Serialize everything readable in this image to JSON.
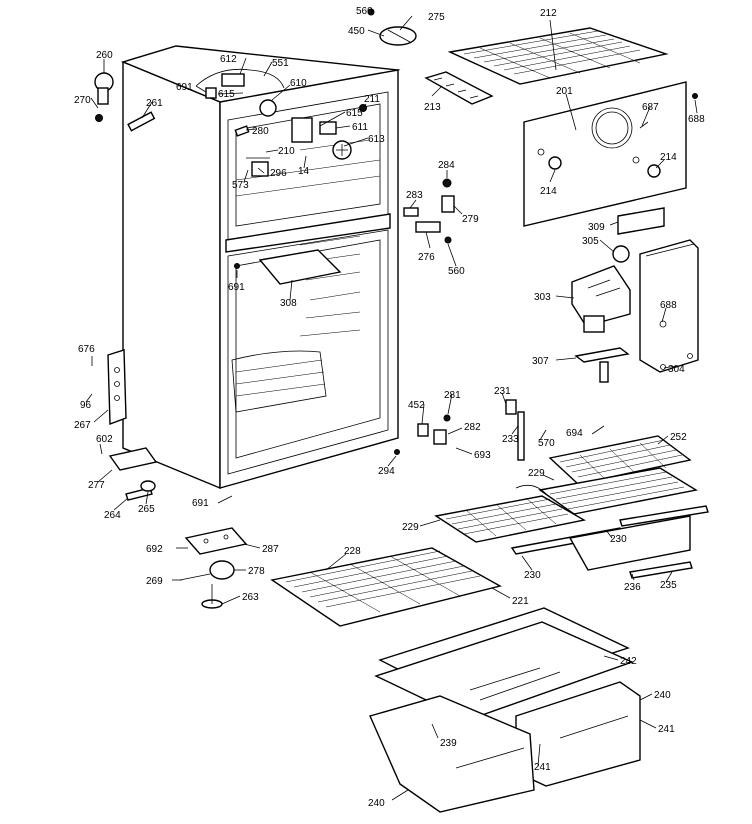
{
  "diagram": {
    "labels": [
      {
        "id": "560-top",
        "text": "560"
      },
      {
        "id": "275",
        "text": "275"
      },
      {
        "id": "450",
        "text": "450"
      },
      {
        "id": "212",
        "text": "212"
      },
      {
        "id": "260",
        "text": "260"
      },
      {
        "id": "612",
        "text": "612"
      },
      {
        "id": "551",
        "text": "551"
      },
      {
        "id": "691-a",
        "text": "691"
      },
      {
        "id": "610",
        "text": "610"
      },
      {
        "id": "615-a",
        "text": "615"
      },
      {
        "id": "270",
        "text": "270"
      },
      {
        "id": "261",
        "text": "261"
      },
      {
        "id": "211",
        "text": "211"
      },
      {
        "id": "615-b",
        "text": "615"
      },
      {
        "id": "611",
        "text": "611"
      },
      {
        "id": "280",
        "text": "280"
      },
      {
        "id": "613",
        "text": "613"
      },
      {
        "id": "210",
        "text": "210"
      },
      {
        "id": "213",
        "text": "213"
      },
      {
        "id": "201",
        "text": "201"
      },
      {
        "id": "687",
        "text": "687"
      },
      {
        "id": "688-top",
        "text": "688"
      },
      {
        "id": "296",
        "text": "296"
      },
      {
        "id": "573",
        "text": "573"
      },
      {
        "id": "14",
        "text": "14"
      },
      {
        "id": "284",
        "text": "284"
      },
      {
        "id": "214-a",
        "text": "214"
      },
      {
        "id": "214-b",
        "text": "214"
      },
      {
        "id": "283",
        "text": "283"
      },
      {
        "id": "279",
        "text": "279"
      },
      {
        "id": "309",
        "text": "309"
      },
      {
        "id": "305",
        "text": "305"
      },
      {
        "id": "276",
        "text": "276"
      },
      {
        "id": "560-mid",
        "text": "560"
      },
      {
        "id": "691-b",
        "text": "691"
      },
      {
        "id": "308",
        "text": "308"
      },
      {
        "id": "303",
        "text": "303"
      },
      {
        "id": "688-mid",
        "text": "688"
      },
      {
        "id": "676",
        "text": "676"
      },
      {
        "id": "307",
        "text": "307"
      },
      {
        "id": "304",
        "text": "304"
      },
      {
        "id": "96",
        "text": "96"
      },
      {
        "id": "231",
        "text": "231"
      },
      {
        "id": "452",
        "text": "452"
      },
      {
        "id": "281",
        "text": "281"
      },
      {
        "id": "267",
        "text": "267"
      },
      {
        "id": "282",
        "text": "282"
      },
      {
        "id": "694",
        "text": "694"
      },
      {
        "id": "252",
        "text": "252"
      },
      {
        "id": "233",
        "text": "233"
      },
      {
        "id": "570",
        "text": "570"
      },
      {
        "id": "602",
        "text": "602"
      },
      {
        "id": "693",
        "text": "693"
      },
      {
        "id": "294",
        "text": "294"
      },
      {
        "id": "229-a",
        "text": "229"
      },
      {
        "id": "277",
        "text": "277"
      },
      {
        "id": "691-c",
        "text": "691"
      },
      {
        "id": "264",
        "text": "264"
      },
      {
        "id": "265",
        "text": "265"
      },
      {
        "id": "229-b",
        "text": "229"
      },
      {
        "id": "230-a",
        "text": "230"
      },
      {
        "id": "692",
        "text": "692"
      },
      {
        "id": "287",
        "text": "287"
      },
      {
        "id": "228",
        "text": "228"
      },
      {
        "id": "230-b",
        "text": "230"
      },
      {
        "id": "269",
        "text": "269"
      },
      {
        "id": "278",
        "text": "278"
      },
      {
        "id": "236",
        "text": "236"
      },
      {
        "id": "235",
        "text": "235"
      },
      {
        "id": "263",
        "text": "263"
      },
      {
        "id": "221",
        "text": "221"
      },
      {
        "id": "242",
        "text": "242"
      },
      {
        "id": "240-a",
        "text": "240"
      },
      {
        "id": "241-a",
        "text": "241"
      },
      {
        "id": "239",
        "text": "239"
      },
      {
        "id": "241-b",
        "text": "241"
      },
      {
        "id": "240-b",
        "text": "240"
      }
    ]
  }
}
